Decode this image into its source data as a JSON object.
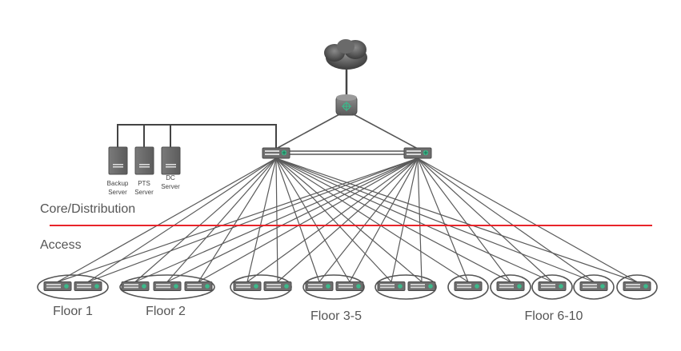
{
  "zones": {
    "core_label": "Core/Distribution",
    "access_label": "Access"
  },
  "servers": [
    {
      "line1": "Backup",
      "line2": "Server",
      "icon": "server-tower-icon"
    },
    {
      "line1": "PTS",
      "line2": "Server",
      "icon": "server-tower-icon"
    },
    {
      "line1": "DC",
      "line2": "Server",
      "icon": "server-tower-icon"
    }
  ],
  "floors": [
    {
      "label": "Floor 1"
    },
    {
      "label": "Floor 2"
    },
    {
      "label": "Floor 3-5"
    },
    {
      "label": "Floor 6-10"
    }
  ],
  "icons": {
    "internet": "cloud-icon",
    "router": "router-icon",
    "core_switch": "core-switch-icon",
    "access_switch": "access-switch-icon"
  },
  "colors": {
    "line": "#5a5a5a",
    "boundary": "#e8242a",
    "device": "#6e6e6e",
    "accent": "#3cb88a"
  }
}
